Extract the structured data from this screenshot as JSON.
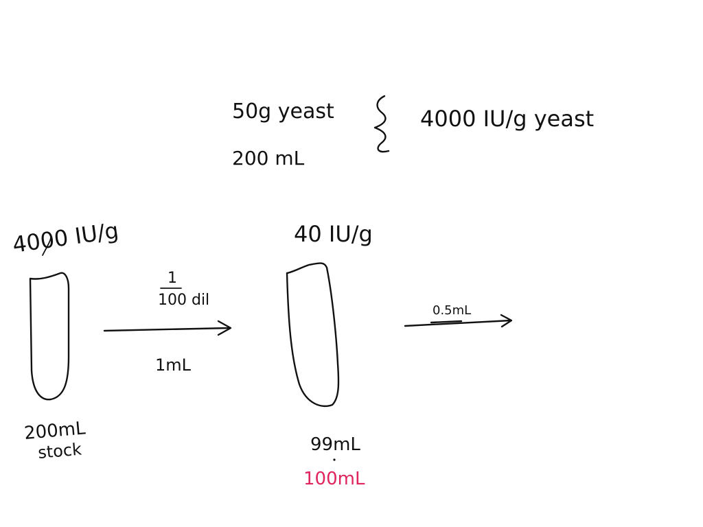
{
  "notes": {
    "given_mass": "50g yeast",
    "given_volume": "200 mL",
    "given_activity": "4000 IU/g yeast"
  },
  "stock_tube": {
    "activity_label": "4000 IU/g",
    "volume_label": "200mL",
    "name_label": "stock"
  },
  "dilution": {
    "fraction_numerator": "1",
    "fraction_denominator": "100 dil",
    "transfer_volume": "1mL"
  },
  "diluted_tube": {
    "activity_label": "40 IU/g",
    "volume_label": "99mL",
    "total_volume_label": "100mL",
    "total_volume_color": "#e0245e"
  },
  "next_step": {
    "transfer_volume": "0.5mL"
  }
}
